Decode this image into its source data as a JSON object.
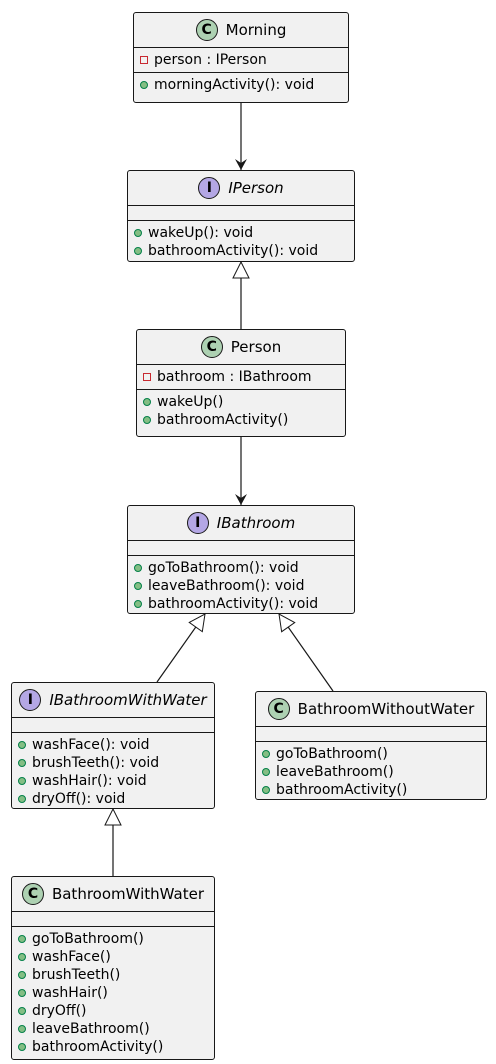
{
  "nodes": {
    "morning": {
      "kind": "class",
      "title": "Morning",
      "italic": false,
      "fields": [
        {
          "vis": "private",
          "text": "person : IPerson"
        }
      ],
      "methods": [
        {
          "vis": "public",
          "text": "morningActivity(): void"
        }
      ]
    },
    "iperson": {
      "kind": "interface",
      "title": "IPerson",
      "italic": true,
      "fields": [],
      "methods": [
        {
          "vis": "public",
          "text": "wakeUp(): void"
        },
        {
          "vis": "public",
          "text": "bathroomActivity(): void"
        }
      ]
    },
    "person": {
      "kind": "class",
      "title": "Person",
      "italic": false,
      "fields": [
        {
          "vis": "private",
          "text": "bathroom : IBathroom"
        }
      ],
      "methods": [
        {
          "vis": "public",
          "text": "wakeUp()"
        },
        {
          "vis": "public",
          "text": "bathroomActivity()"
        }
      ]
    },
    "ibathroom": {
      "kind": "interface",
      "title": "IBathroom",
      "italic": true,
      "fields": [],
      "methods": [
        {
          "vis": "public",
          "text": "goToBathroom(): void"
        },
        {
          "vis": "public",
          "text": "leaveBathroom(): void"
        },
        {
          "vis": "public",
          "text": "bathroomActivity(): void"
        }
      ]
    },
    "ibathroomwithwater": {
      "kind": "interface",
      "title": "IBathroomWithWater",
      "italic": true,
      "fields": [],
      "methods": [
        {
          "vis": "public",
          "text": "washFace(): void"
        },
        {
          "vis": "public",
          "text": "brushTeeth(): void"
        },
        {
          "vis": "public",
          "text": "washHair(): void"
        },
        {
          "vis": "public",
          "text": "dryOff(): void"
        }
      ]
    },
    "bathroomwithoutwater": {
      "kind": "class",
      "title": "BathroomWithoutWater",
      "italic": false,
      "fields": [],
      "methods": [
        {
          "vis": "public",
          "text": "goToBathroom()"
        },
        {
          "vis": "public",
          "text": "leaveBathroom()"
        },
        {
          "vis": "public",
          "text": "bathroomActivity()"
        }
      ]
    },
    "bathroomwithwater": {
      "kind": "class",
      "title": "BathroomWithWater",
      "italic": false,
      "fields": [],
      "methods": [
        {
          "vis": "public",
          "text": "goToBathroom()"
        },
        {
          "vis": "public",
          "text": "washFace()"
        },
        {
          "vis": "public",
          "text": "brushTeeth()"
        },
        {
          "vis": "public",
          "text": "washHair()"
        },
        {
          "vis": "public",
          "text": "dryOff()"
        },
        {
          "vis": "public",
          "text": "leaveBathroom()"
        },
        {
          "vis": "public",
          "text": "bathroomActivity()"
        }
      ]
    }
  },
  "edges": [
    {
      "from": "morning",
      "to": "iperson",
      "type": "association"
    },
    {
      "from": "person",
      "to": "iperson",
      "type": "realization"
    },
    {
      "from": "person",
      "to": "ibathroom",
      "type": "association"
    },
    {
      "from": "ibathroomwithwater",
      "to": "ibathroom",
      "type": "generalization"
    },
    {
      "from": "bathroomwithoutwater",
      "to": "ibathroom",
      "type": "realization"
    },
    {
      "from": "bathroomwithwater",
      "to": "ibathroomwithwater",
      "type": "realization"
    }
  ]
}
